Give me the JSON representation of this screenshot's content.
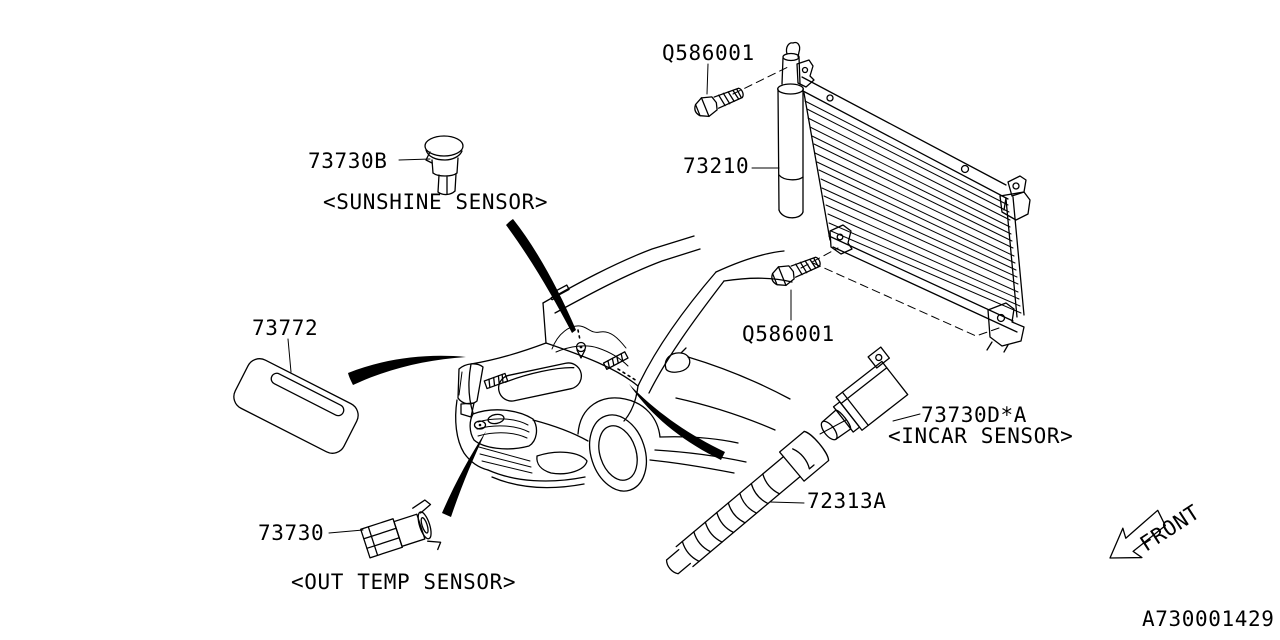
{
  "diagram": {
    "background": "#ffffff",
    "line_color": "#000000",
    "drawing_number": "A730001429",
    "front_indicator": "FRONT",
    "parts": {
      "bolt_top": {
        "label": "Q586001"
      },
      "bolt_mid": {
        "label": "Q586001"
      },
      "condenser": {
        "label": "73210"
      },
      "sunshine_sensor": {
        "label": "73730B",
        "caption": "<SUNSHINE SENSOR>"
      },
      "cowl_plate": {
        "label": "73772"
      },
      "incar_sensor": {
        "label": "73730D*A",
        "caption": "<INCAR SENSOR>"
      },
      "aspirator_hose": {
        "label": "72313A"
      },
      "out_temp_sensor": {
        "label": "73730",
        "caption": "<OUT TEMP SENSOR>"
      }
    }
  }
}
